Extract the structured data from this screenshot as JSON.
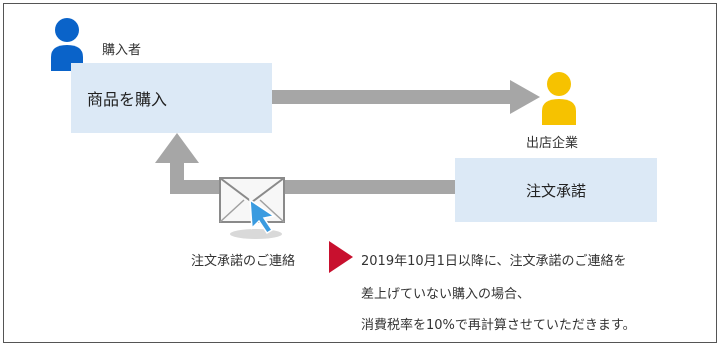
{
  "buyer": {
    "role_label": "購入者",
    "action_label": "商品を購入",
    "icon": "person-icon",
    "color": "#0a63c9"
  },
  "seller": {
    "role_label": "出店企業",
    "icon": "person-icon",
    "color": "#f6c200"
  },
  "order": {
    "acceptance_label": "注文承諾"
  },
  "mail": {
    "label": "注文承諾のご連絡",
    "icon": "envelope-icon",
    "cursor_icon": "cursor-arrow-icon"
  },
  "notice": {
    "marker_icon": "triangle-right-icon",
    "marker_color": "#c8102e",
    "lines": [
      "2019年10月1日以降に、注文承諾のご連絡を",
      "差上げていない購入の場合、",
      "消費税率を10%で再計算させていただきます。"
    ]
  },
  "colors": {
    "box_fill": "#dce9f6",
    "arrow": "#a6a6a6"
  }
}
